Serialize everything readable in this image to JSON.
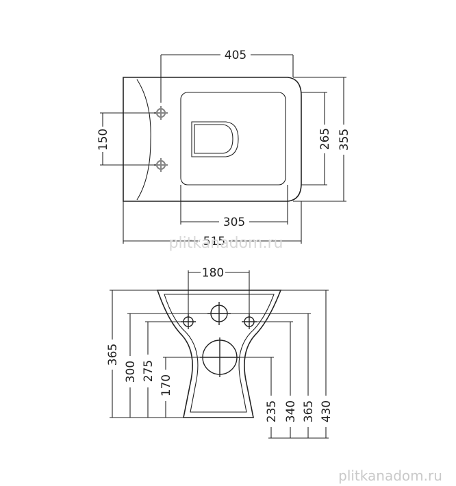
{
  "top_view": {
    "dims": {
      "width_fixing": "405",
      "fixing_spacing": "150",
      "bowl_depth": "265",
      "overall_depth": "355",
      "bowl_width": "305",
      "overall_length": "515"
    }
  },
  "front_view": {
    "dims": {
      "top_spacing": "180",
      "left_365": "365",
      "left_300": "300",
      "left_275": "275",
      "left_170": "170",
      "bottom_235": "235",
      "bottom_340": "340",
      "bottom_365": "365",
      "bottom_430": "430"
    }
  },
  "watermarks": {
    "top": "plitkanadom.ru",
    "bottom": "plitkanadom.ru"
  }
}
